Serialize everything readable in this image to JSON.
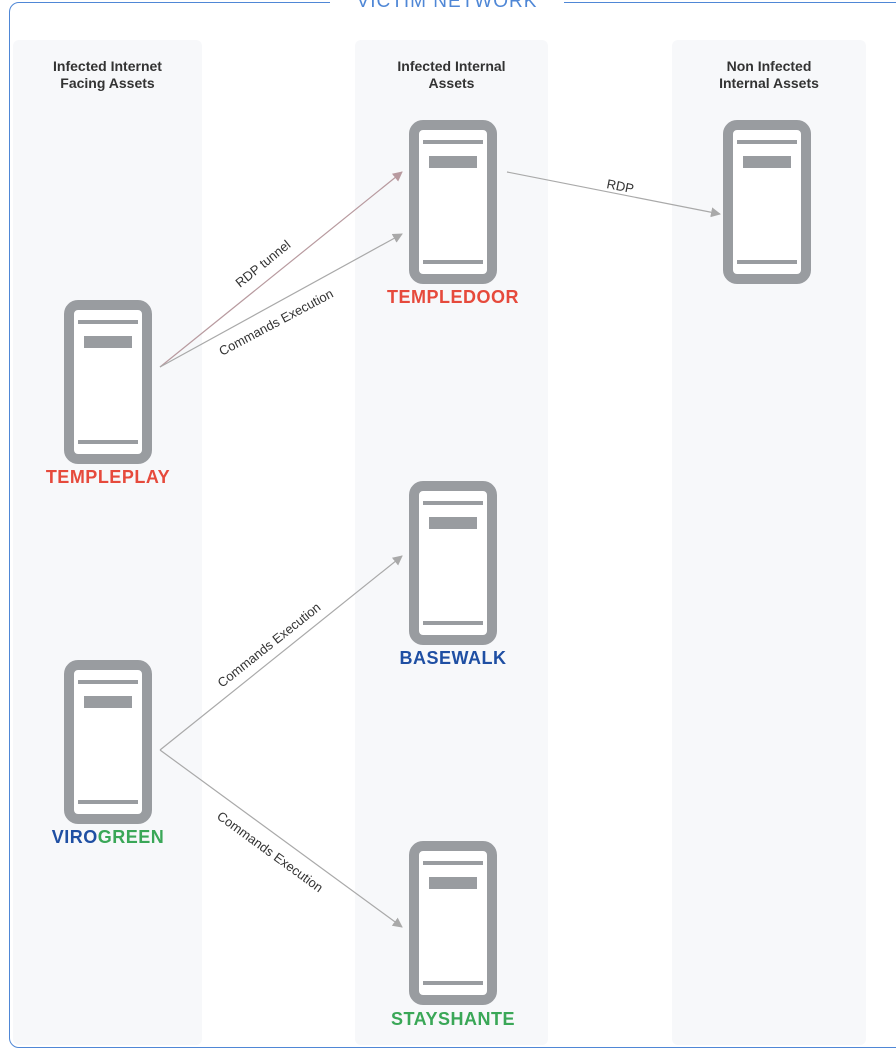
{
  "title": "VICTIM NETWORK",
  "zones": {
    "internet_facing": "Infected Internet\nFacing Assets",
    "internal_infected": "Infected Internal\nAssets",
    "internal_clean": "Non Infected\nInternal Assets"
  },
  "nodes": {
    "templeplay": {
      "label": "TEMPLEPLAY",
      "color": "#e64a3c"
    },
    "virogreen": {
      "label_a": "VIRO",
      "label_b": "GREEN",
      "color_a": "#1f4fa3",
      "color_b": "#3aa757"
    },
    "templedoor": {
      "label": "TEMPLEDOOR",
      "color": "#e64a3c"
    },
    "basewalk": {
      "label": "BASEWALK",
      "color": "#1f4fa3"
    },
    "stayshante": {
      "label": "STAYSHANTE",
      "color": "#3aa757"
    },
    "target": {
      "label": ""
    }
  },
  "edges": {
    "rdp_tunnel": "RDP tunnel",
    "cmd_exec_templedoor": "Commands Execution",
    "rdp": "RDP",
    "cmd_exec_basewalk": "Commands Execution",
    "cmd_exec_stayshante": "Commands Execution"
  },
  "colors": {
    "frame": "#4f87d6",
    "server": "#999ca0",
    "arrow": "#a9a9a9",
    "tunnel_arrow": "#b89a9f"
  }
}
